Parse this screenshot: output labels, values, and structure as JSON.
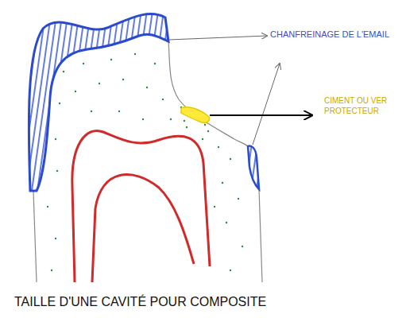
{
  "diagram": {
    "caption": "TAILLE D'UNE CAVITÉ POUR COMPOSITE",
    "labels": [
      "CHANFREINAGE DE L'EMAIL",
      "CIMENT OU VER PROTECTEUR"
    ]
  }
}
